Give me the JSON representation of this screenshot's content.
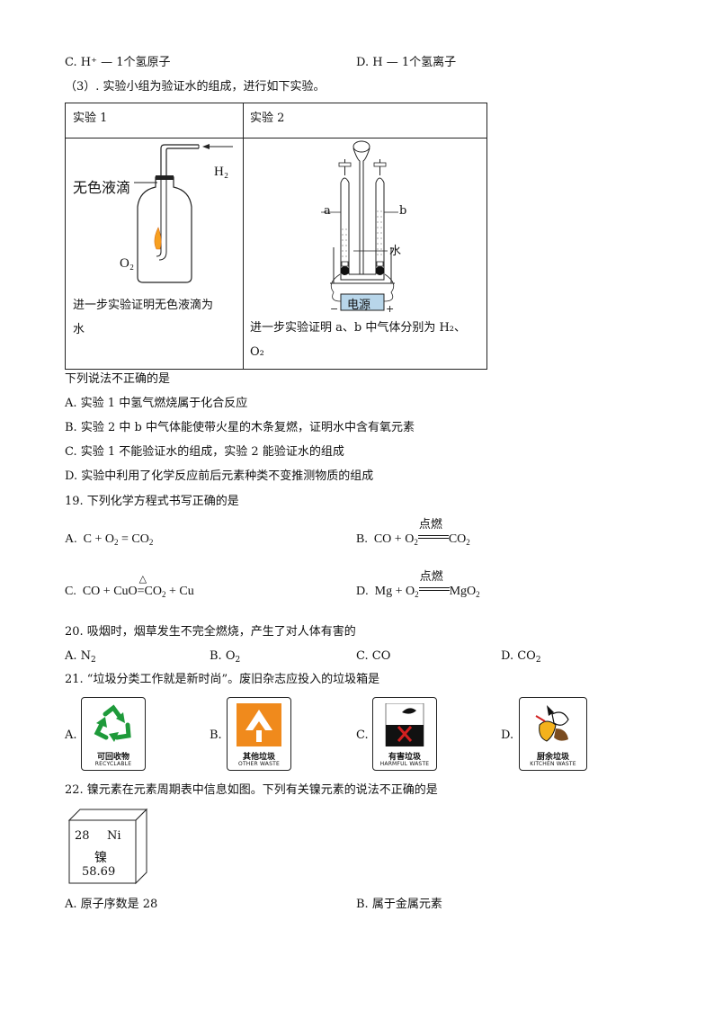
{
  "q18_tail": {
    "opt_c": "C. H⁺ — 1个氢原子",
    "opt_d": "D. H — 1个氢离子",
    "part3_intro": "（3）. 实验小组为验证水的组成，进行如下实验。",
    "table": {
      "col1_header": "实验 1",
      "col2_header": "实验 2",
      "exp1_caption_l1": "进一步实验证明无色液滴为",
      "exp1_caption_l2": "水",
      "exp1_labels": {
        "h2": "H₂",
        "drop": "无色液滴",
        "o2": "O₂"
      },
      "exp2_caption_l1": "进一步实验证明 a、b 中气体分别为 H₂、",
      "exp2_caption_l2": "O₂",
      "exp2_labels": {
        "a": "a",
        "b": "b",
        "water": "水",
        "power": "电源",
        "minus": "−",
        "plus": "+"
      }
    },
    "stem": "下列说法不正确的是",
    "options": [
      "A. 实验 1 中氢气燃烧属于化合反应",
      "B. 实验 2 中 b 中气体能使带火星的木条复燃，证明水中含有氧元素",
      "C. 实验 1 不能验证水的组成，实验 2 能验证水的组成",
      "D. 实验中利用了化学反应前后元素种类不变推测物质的组成"
    ]
  },
  "q19": {
    "stem": "19. 下列化学方程式书写正确的是",
    "opt_a": {
      "letter": "A.",
      "lhs": "C + O",
      "rhs": "= CO"
    },
    "opt_b": {
      "letter": "B.",
      "lhs": "CO + O",
      "cond": "点燃",
      "rhs": "CO"
    },
    "opt_c": {
      "letter": "C.",
      "lhs": "CO + CuO",
      "cond": "△",
      "rhs": "CO",
      "tail": " + Cu"
    },
    "opt_d": {
      "letter": "D.",
      "lhs": "Mg + O",
      "cond": "点燃",
      "rhs": "MgO"
    }
  },
  "q20": {
    "stem": "20. 吸烟时，烟草发生不完全燃烧，产生了对人体有害的",
    "options": [
      "A. N",
      "B. O",
      "C. CO",
      "D. CO"
    ]
  },
  "q21": {
    "stem": "21. “垃圾分类工作就是新时尚”。废旧杂志应投入的垃圾箱是",
    "options": [
      {
        "letter": "A.",
        "cn": "可回收物",
        "en": "RECYCLABLE",
        "icon": "recycle-icon",
        "color": "#1e9a3a"
      },
      {
        "letter": "B.",
        "cn": "其他垃圾",
        "en": "OTHER WASTE",
        "icon": "other-waste-icon",
        "color": "#f08a1c"
      },
      {
        "letter": "C.",
        "cn": "有害垃圾",
        "en": "HARMFUL WASTE",
        "icon": "harmful-waste-icon",
        "color": "#d22020"
      },
      {
        "letter": "D.",
        "cn": "厨余垃圾",
        "en": "KITCHEN WASTE",
        "icon": "kitchen-waste-icon",
        "color": "#7a4b1f"
      }
    ]
  },
  "q22": {
    "stem": "22. 镍元素在元素周期表中信息如图。下列有关镍元素的说法不正确的是",
    "element": {
      "number": "28",
      "symbol": "Ni",
      "name": "镍",
      "mass": "58.69"
    },
    "opt_a": "A. 原子序数是 28",
    "opt_b": "B. 属于金属元素"
  }
}
